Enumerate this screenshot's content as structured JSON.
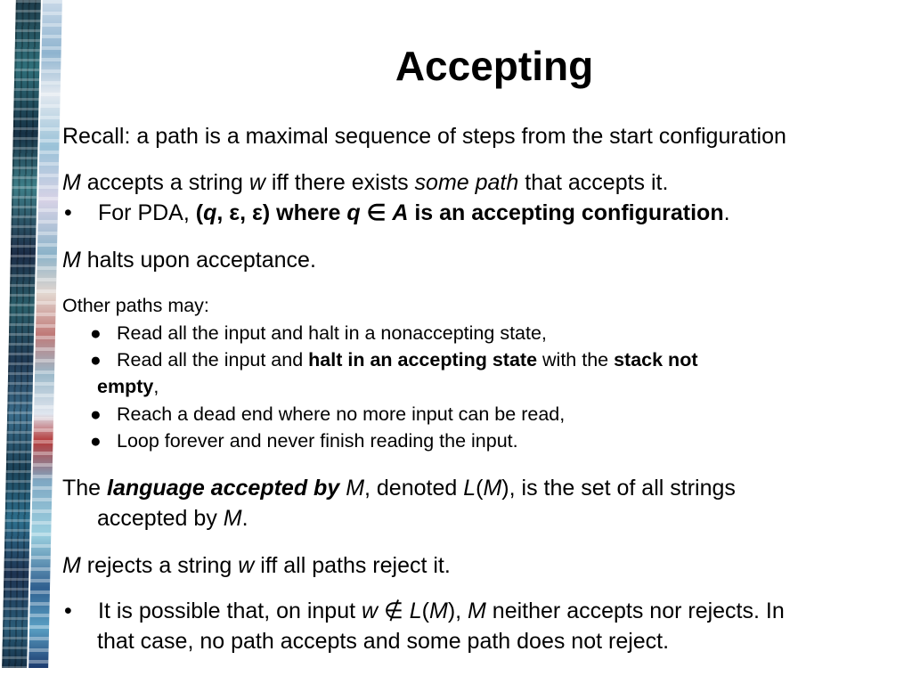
{
  "title": "Accepting",
  "recall": "Recall: a path is a maximal sequence of steps from the start configuration",
  "accepts": {
    "m": "M",
    "t1": " accepts a string ",
    "w": "w",
    "t2": " iff there exists ",
    "some_path": "some path",
    "t3": " that accepts it."
  },
  "pda": {
    "bullet": "•",
    "t1": "For PDA, ",
    "bold_open": "(",
    "q": "q",
    "eps1": ", ε, ε",
    "where": ") where ",
    "q2": "q",
    "in_sym": " ∈ ",
    "a": "A",
    "rest": " is an accepting configuration",
    "period": "."
  },
  "halts": {
    "m": "M",
    "text": " halts upon acceptance."
  },
  "other_paths": {
    "intro": "Other paths may:",
    "dot": "●",
    "item1": "Read all the input and halt in a nonaccepting state,",
    "item2": {
      "t1": "Read all the input and ",
      "b1": "halt in an accepting state",
      "t2": " with the ",
      "b2": "stack not",
      "b3": "empty",
      "t3": ","
    },
    "item3": "Reach a dead end where no more input can be read,",
    "item4": "Loop forever and never finish reading the input."
  },
  "language": {
    "t1": "The ",
    "bi": "language accepted by",
    "t2": " ",
    "m": "M",
    "t3": ", denoted ",
    "l": "L",
    "t4": "(",
    "m2": "M",
    "t5": "), is the set of all strings",
    "line2a": "accepted by ",
    "m3": "M",
    "line2b": "."
  },
  "rejects": {
    "m": "M",
    "t1": " rejects a string ",
    "w": "w",
    "t2": " iff all paths reject it."
  },
  "possible": {
    "bullet": "•",
    "t1": "It is possible that, on input ",
    "w": "w",
    "notin": " ∉ ",
    "l": "L",
    "t2": "(",
    "m": "M",
    "t3": "), ",
    "m2": "M",
    "t4": " neither accepts nor rejects. In",
    "line2": "that case, no path accepts and some path does not reject."
  }
}
